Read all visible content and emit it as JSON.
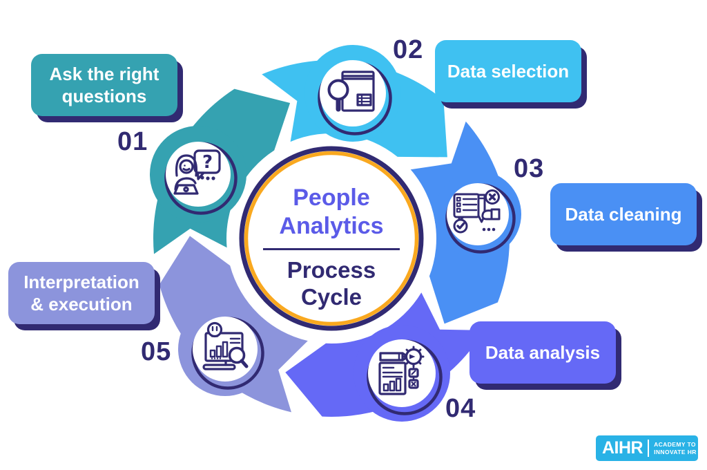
{
  "center": {
    "title": "People\nAnalytics",
    "subtitle": "Process\nCycle"
  },
  "steps": [
    {
      "number": "01",
      "label": "Ask the right\nquestions",
      "color": "#35A2B1",
      "icon": "person-question-icon"
    },
    {
      "number": "02",
      "label": "Data selection",
      "color": "#3FC1F1",
      "icon": "document-magnifier-icon"
    },
    {
      "number": "03",
      "label": "Data cleaning",
      "color": "#4A90F4",
      "icon": "checklist-edit-icon"
    },
    {
      "number": "04",
      "label": "Data analysis",
      "color": "#6569F6",
      "icon": "report-gear-icon"
    },
    {
      "number": "05",
      "label": "Interpretation\n& execution",
      "color": "#8C94DC",
      "icon": "dashboard-insight-icon"
    }
  ],
  "colors": {
    "navy": "#312A72",
    "gold": "#F9A81F",
    "center_title_purple": "#5B5BE8",
    "white": "#FFFFFF",
    "background": "#FFFFFF",
    "logo_blue": "#29B2E6"
  },
  "logo": {
    "brand": "AIHR",
    "tagline": "ACADEMY TO\nINNOVATE HR"
  },
  "question_mark": "?"
}
